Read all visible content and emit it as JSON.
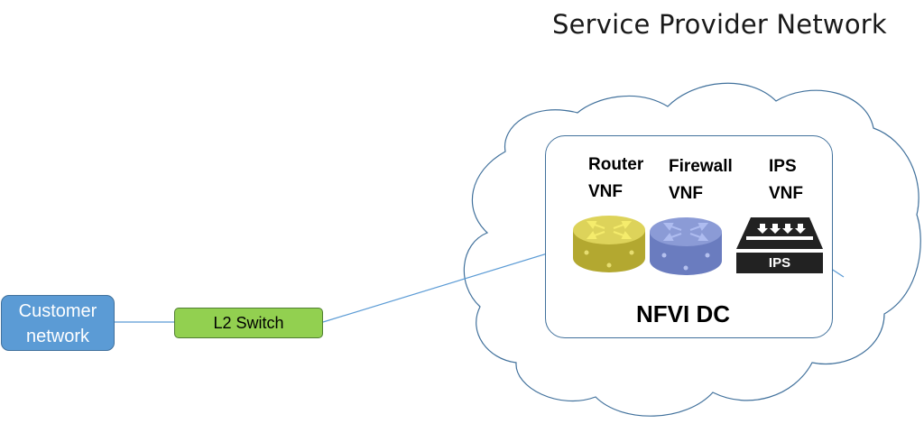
{
  "diagram": {
    "title": "Service Provider Network",
    "datacenter": {
      "label": "NFVI DC"
    },
    "vnfs": [
      {
        "name_line1": "Router",
        "name_line2": "VNF",
        "icon": "router-icon",
        "color": "#c8bd3c"
      },
      {
        "name_line1": "Firewall",
        "name_line2": "VNF",
        "icon": "router-icon",
        "color": "#7a8ccc"
      },
      {
        "name_line1": "IPS",
        "name_line2": "VNF",
        "icon": "ips-appliance-icon",
        "color": "#222222",
        "badge": "IPS"
      }
    ],
    "nodes": {
      "customer": {
        "line1": "Customer",
        "line2": "network",
        "color": "#5b9bd5"
      },
      "l2_switch": {
        "label": "L2 Switch",
        "color": "#92d050"
      }
    },
    "edges": [
      {
        "from": "Customer network",
        "to": "L2 Switch"
      },
      {
        "from": "L2 Switch",
        "to": "Router VNF"
      },
      {
        "from": "IPS VNF",
        "to": "Service Provider Network"
      }
    ]
  }
}
